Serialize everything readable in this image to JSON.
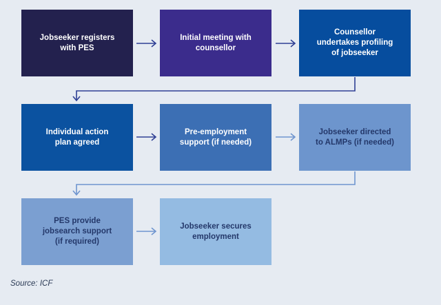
{
  "colors": {
    "background": "#e6ebf2",
    "arrow_dark": "#2e3f94",
    "arrow_light": "#6f95cf"
  },
  "steps": [
    {
      "label": "Jobseeker registers\nwith PES",
      "fill": "#23214e",
      "text_color": "#ffffff"
    },
    {
      "label": "Initial meeting with\ncounsellor",
      "fill": "#3b2c8c",
      "text_color": "#ffffff"
    },
    {
      "label": "Counsellor\nundertakes profiling\nof jobseeker",
      "fill": "#064d9e",
      "text_color": "#ffffff"
    },
    {
      "label": "Individual action\nplan agreed",
      "fill": "#0b52a0",
      "text_color": "#ffffff"
    },
    {
      "label": "Pre-employment\nsupport (if needed)",
      "fill": "#3c6fb4",
      "text_color": "#ffffff"
    },
    {
      "label": "Jobseeker directed\nto ALMPs (if needed)",
      "fill": "#6d95cd",
      "text_color": "#24386a"
    },
    {
      "label": "PES provide\njobsearch support\n(if required)",
      "fill": "#7b9fd1",
      "text_color": "#24386a"
    },
    {
      "label": "Jobseeker secures\nemployment",
      "fill": "#94bbe2",
      "text_color": "#24386a"
    }
  ],
  "source": "Source: ICF"
}
